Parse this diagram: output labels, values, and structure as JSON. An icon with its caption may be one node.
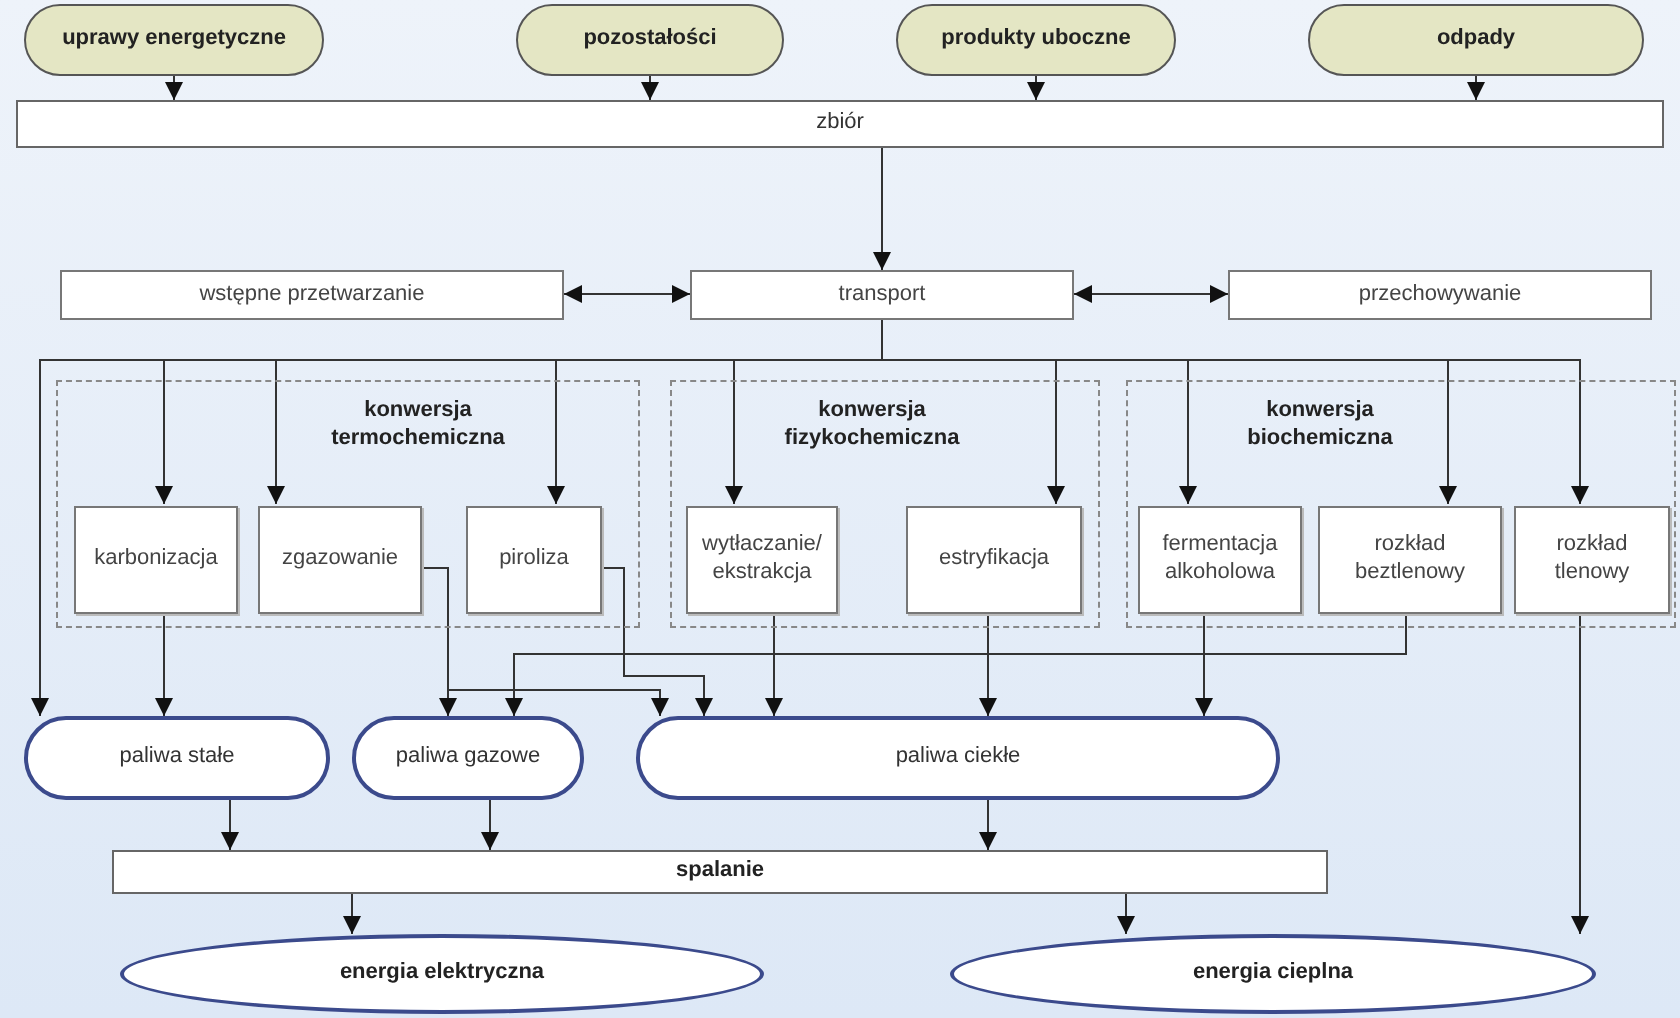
{
  "diagram": {
    "nodes": [
      {
        "text": [
          "uprawy energetyczne"
        ]
      },
      {
        "text": [
          "pozostałości"
        ]
      },
      {
        "text": [
          "produkty uboczne"
        ]
      },
      {
        "text": [
          "odpady"
        ]
      },
      {
        "text": [
          "zbiór"
        ]
      },
      {
        "text": [
          "wstępne przetwarzanie"
        ]
      },
      {
        "text": [
          "transport"
        ]
      },
      {
        "text": [
          "przechowywanie"
        ]
      },
      {
        "text": [
          "konwersja termochemiczna"
        ]
      },
      {
        "text": [
          "konwersja fizykochemiczna"
        ]
      },
      {
        "text": [
          "konwersja biochemiczna"
        ]
      },
      {
        "text": [
          "karbonizacja"
        ],
        "in": 8
      },
      {
        "text": [
          "zgazowanie"
        ],
        "in": 8
      },
      {
        "text": [
          "piroliza"
        ],
        "in": 8
      },
      {
        "text": [
          "wytłaczanie/ ekstrakcja"
        ],
        "in": 9
      },
      {
        "text": [
          "estryfikacja"
        ],
        "in": 9
      },
      {
        "text": [
          "fermentacja alkoholowa"
        ],
        "in": 10
      },
      {
        "text": [
          "rozkład beztlenowy"
        ],
        "in": 10
      },
      {
        "text": [
          "rozkład tlenowy"
        ],
        "in": 10
      },
      {
        "text": [
          "paliwa stałe"
        ]
      },
      {
        "text": [
          "paliwa gazowe"
        ]
      },
      {
        "text": [
          "paliwa ciekłe"
        ]
      },
      {
        "text": [
          "spalanie"
        ]
      },
      {
        "text": [
          "energia elektryczna"
        ]
      },
      {
        "text": [
          "energia cieplna"
        ]
      }
    ],
    "edges": [
      {
        "from": 0,
        "to": 4,
        "arrow": "to"
      },
      {
        "from": 1,
        "to": 4,
        "arrow": "to"
      },
      {
        "from": 2,
        "to": 4,
        "arrow": "to"
      },
      {
        "from": 3,
        "to": 4,
        "arrow": "to"
      },
      {
        "from": 4,
        "to": 6,
        "arrow": "to"
      },
      {
        "from": 6,
        "to": 5,
        "arrow": "both"
      },
      {
        "from": 6,
        "to": 7,
        "arrow": "both"
      },
      {
        "from": 6,
        "to": 19,
        "arrow": "to"
      },
      {
        "from": 6,
        "to": 11,
        "arrow": "to"
      },
      {
        "from": 6,
        "to": 12,
        "arrow": "to"
      },
      {
        "from": 6,
        "to": 13,
        "arrow": "to"
      },
      {
        "from": 6,
        "to": 14,
        "arrow": "to"
      },
      {
        "from": 6,
        "to": 15,
        "arrow": "to"
      },
      {
        "from": 6,
        "to": 16,
        "arrow": "to"
      },
      {
        "from": 6,
        "to": 17,
        "arrow": "to"
      },
      {
        "from": 6,
        "to": 18,
        "arrow": "to"
      },
      {
        "from": 11,
        "to": 19,
        "arrow": "to"
      },
      {
        "from": 12,
        "to": 20,
        "arrow": "to"
      },
      {
        "from": 12,
        "to": 21,
        "arrow": "to"
      },
      {
        "from": 13,
        "to": 21,
        "arrow": "to"
      },
      {
        "from": 17,
        "to": 20,
        "arrow": "to"
      },
      {
        "from": 14,
        "to": 21,
        "arrow": "to"
      },
      {
        "from": 15,
        "to": 21,
        "arrow": "to"
      },
      {
        "from": 16,
        "to": 21,
        "arrow": "to"
      },
      {
        "from": 18,
        "to": 24,
        "arrow": "to"
      },
      {
        "from": 19,
        "to": 22,
        "arrow": "to"
      },
      {
        "from": 20,
        "to": 22,
        "arrow": "to"
      },
      {
        "from": 21,
        "to": 22,
        "arrow": "to"
      },
      {
        "from": 22,
        "to": 23,
        "arrow": "to"
      },
      {
        "from": 22,
        "to": 24,
        "arrow": "to"
      }
    ]
  }
}
